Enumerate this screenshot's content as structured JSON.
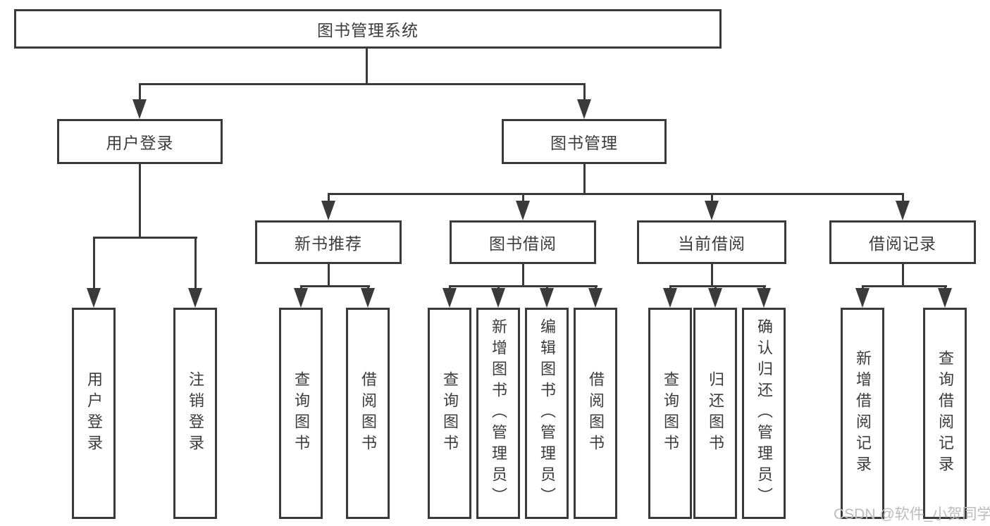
{
  "diagram": {
    "title": "图书管理系统",
    "root": {
      "label": "图书管理系统"
    },
    "level2": [
      {
        "label": "用户登录"
      },
      {
        "label": "图书管理"
      }
    ],
    "level3": [
      {
        "label": "新书推荐",
        "parent": "图书管理"
      },
      {
        "label": "图书借阅",
        "parent": "图书管理"
      },
      {
        "label": "当前借阅",
        "parent": "图书管理"
      },
      {
        "label": "借阅记录",
        "parent": "图书管理"
      }
    ],
    "leaves": [
      {
        "label": "用户登录",
        "parent": "用户登录"
      },
      {
        "label": "注销登录",
        "parent": "用户登录"
      },
      {
        "label": "查询图书",
        "parent": "新书推荐"
      },
      {
        "label": "借阅图书",
        "parent": "新书推荐"
      },
      {
        "label": "查询图书",
        "parent": "图书借阅"
      },
      {
        "label": "新增图书（管理员）",
        "parent": "图书借阅"
      },
      {
        "label": "编辑图书（管理员）",
        "parent": "图书借阅"
      },
      {
        "label": "借阅图书",
        "parent": "图书借阅"
      },
      {
        "label": "查询图书",
        "parent": "当前借阅"
      },
      {
        "label": "归还图书",
        "parent": "当前借阅"
      },
      {
        "label": "确认归还（管理员）",
        "parent": "当前借阅"
      },
      {
        "label": "新增借阅记录",
        "parent": "借阅记录"
      },
      {
        "label": "查询借阅记录",
        "parent": "借阅记录"
      }
    ]
  },
  "watermark": {
    "text": "CSDN @软件_小贺同学"
  },
  "colors": {
    "line": "#3a3a3a",
    "text": "#3c3c3c",
    "watermark": "#bcbcbc",
    "background": "#ffffff"
  }
}
